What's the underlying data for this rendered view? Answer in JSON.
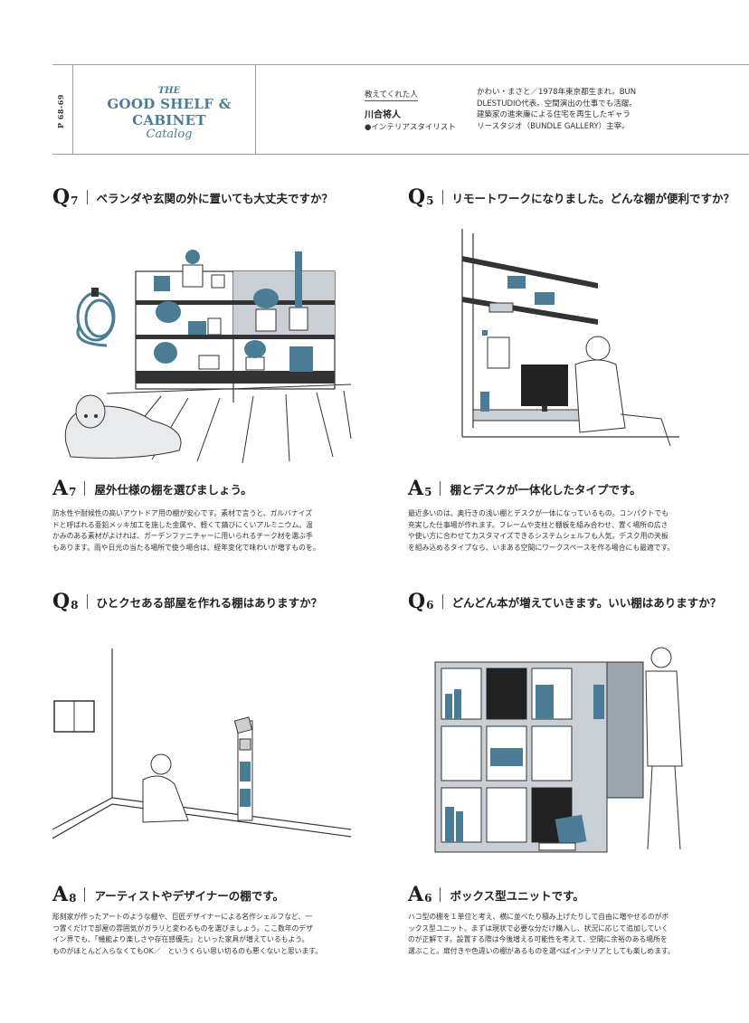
{
  "header": {
    "pages": "P 68-69",
    "logo_the": "THE",
    "logo_main": "GOOD SHELF & CABINET",
    "logo_sub": "Catalog",
    "teacher_label": "教えてくれた人",
    "teacher_name": "川合将人",
    "teacher_role": "●インテリアスタイリスト",
    "bio": "かわい・まさと／1978年東京都生まれ。BUN\nDLESTUDIO代表。空間演出の仕事でも活躍。\n建築家の進来廉による住宅を再生したギャラ\nリースタジオ（BUNDLE GALLERY）主宰。"
  },
  "qa": [
    {
      "q_letter": "Q",
      "q_num": "7",
      "question": "ベランダや玄関の外に置いても大丈夫ですか？",
      "a_letter": "A",
      "a_num": "7",
      "answer": "屋外仕様の棚を選びましょう。",
      "body": "防水性や耐候性の高いアウトドア用の棚が安心です。素材で言うと、ガルバナイズ\nドと呼ばれる亜鉛メッキ加工を施した金属や、軽くて錆びにくいアルミニウム。温\nかみのある素材がよければ、ガーデンファニチャーに用いられるチーク材を選ぶ手\nもあります。雨や日光の当たる場所で使う場合は、経年変化で味わいが増すものを。"
    },
    {
      "q_letter": "Q",
      "q_num": "5",
      "question": "リモートワークになりました。どんな棚が便利ですか？",
      "a_letter": "A",
      "a_num": "5",
      "answer": "棚とデスクが一体化したタイプです。",
      "body": "最近多いのは、奥行きの浅い棚とデスクが一体になっているもの。コンパクトでも\n充実した仕事場が作れます。フレームや支柱と棚板を組み合わせ、置く場所の広さ\nや使い方に合わせてカスタマイズできるシステムシェルフも人気。デスク用の天板\nを組み込めるタイプなら、いまある空間にワークスペースを作る場合にも最適です。"
    },
    {
      "q_letter": "Q",
      "q_num": "8",
      "question": "ひとクセある部屋を作れる棚はありますか？",
      "a_letter": "A",
      "a_num": "8",
      "answer": "アーティストやデザイナーの棚です。",
      "body": "彫刻家が作ったアートのような棚や、巨匠デザイナーによる名作シェルフなど、一\nつ置くだけで部屋の雰囲気がガラリと変わるものを選びましょう。ここ数年のデザ\nイン界でも、「機能より楽しさや存在感優先」といった家具が増えているもよう。\nものがほとんど入らなくてもOK／　というくらい思い切るのも悪くないと思います。"
    },
    {
      "q_letter": "Q",
      "q_num": "6",
      "question": "どんどん本が増えていきます。いい棚はありますか？",
      "a_letter": "A",
      "a_num": "6",
      "answer": "ボックス型ユニットです。",
      "body": "ハコ型の棚を１単位と考え、横に並べたり積み上げたりして自由に増やせるのがボ\nックス型ユニット。まずは現状で必要な分だけ購入し、状況に応じて追加していく\nのが正解です。設置する際は今後増える可能性を考えて、空間に余裕のある場所を\n選ぶこと。扉付きや色違いの棚があるものを選べばインテリアとしても楽しめます。"
    }
  ],
  "colors": {
    "accent": "#4a7d95",
    "ink": "#1c1c1c",
    "panel": "#c9cfd5"
  }
}
